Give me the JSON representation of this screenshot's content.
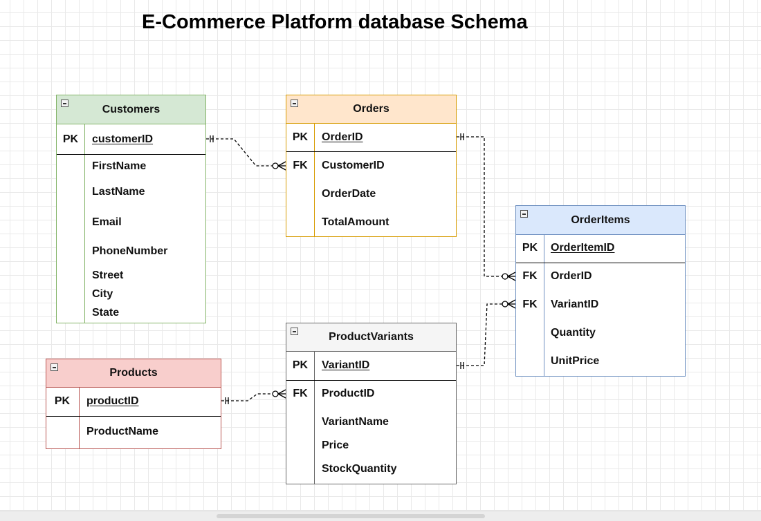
{
  "title": "E-Commerce Platform database Schema",
  "colors": {
    "customers_fill": "#d5e8d4",
    "customers_stroke": "#82b366",
    "orders_fill": "#ffe6cc",
    "orders_stroke": "#d79b00",
    "orderitems_fill": "#dae8fc",
    "orderitems_stroke": "#6c8ebf",
    "productvariants_fill": "#f5f5f5",
    "productvariants_stroke": "#666666",
    "products_fill": "#f8cecc",
    "products_stroke": "#b85450"
  },
  "tables": {
    "customers": {
      "name": "Customers",
      "pk": {
        "key": "PK",
        "field": "customerID"
      },
      "fields": [
        {
          "key": "",
          "name": "FirstName"
        },
        {
          "key": "",
          "name": "LastName"
        },
        {
          "key": "",
          "name": "Email"
        },
        {
          "key": "",
          "name": "PhoneNumber"
        },
        {
          "key": "",
          "name": "Street"
        },
        {
          "key": "",
          "name": "City"
        },
        {
          "key": "",
          "name": "State"
        }
      ]
    },
    "orders": {
      "name": "Orders",
      "pk": {
        "key": "PK",
        "field": "OrderID"
      },
      "fields": [
        {
          "key": "FK",
          "name": "CustomerID"
        },
        {
          "key": "",
          "name": "OrderDate"
        },
        {
          "key": "",
          "name": "TotalAmount"
        }
      ]
    },
    "orderitems": {
      "name": "OrderItems",
      "pk": {
        "key": "PK",
        "field": "OrderItemID"
      },
      "fields": [
        {
          "key": "FK",
          "name": "OrderID"
        },
        {
          "key": "FK",
          "name": "VariantID"
        },
        {
          "key": "",
          "name": "Quantity"
        },
        {
          "key": "",
          "name": "UnitPrice"
        }
      ]
    },
    "productvariants": {
      "name": "ProductVariants",
      "pk": {
        "key": "PK",
        "field": "VariantID"
      },
      "fields": [
        {
          "key": "FK",
          "name": "ProductID"
        },
        {
          "key": "",
          "name": "VariantName"
        },
        {
          "key": "",
          "name": "Price"
        },
        {
          "key": "",
          "name": "StockQuantity"
        }
      ]
    },
    "products": {
      "name": "Products",
      "pk": {
        "key": "PK",
        "field": "productID"
      },
      "fields": [
        {
          "key": "",
          "name": "ProductName"
        }
      ]
    }
  },
  "relationships": [
    {
      "from": "customers.customerID",
      "to": "orders.CustomerID",
      "from_end": "one-and-only-one",
      "to_end": "zero-or-many"
    },
    {
      "from": "orders.OrderID",
      "to": "orderitems.OrderID",
      "from_end": "one-and-only-one",
      "to_end": "zero-or-many"
    },
    {
      "from": "productvariants.VariantID",
      "to": "orderitems.VariantID",
      "from_end": "one-and-only-one",
      "to_end": "zero-or-many"
    },
    {
      "from": "products.productID",
      "to": "productvariants.ProductID",
      "from_end": "one-and-only-one",
      "to_end": "zero-or-many"
    }
  ]
}
